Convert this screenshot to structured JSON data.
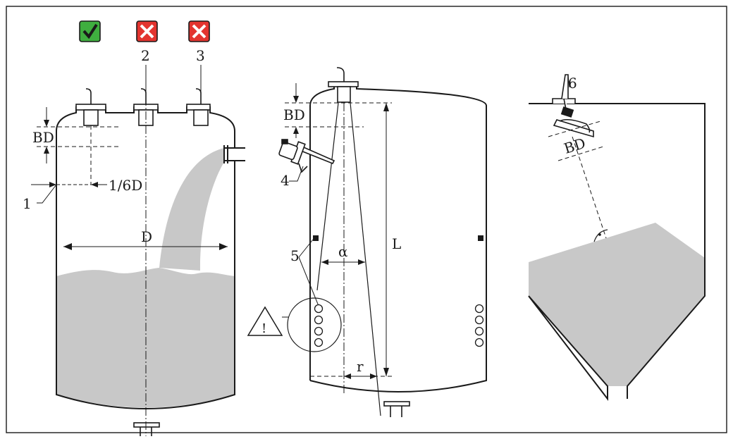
{
  "colors": {
    "ok": "#3fae3f",
    "bad": "#e3342f",
    "fill": "#c8c8c8",
    "line": "#1a1a1a"
  },
  "icons": {
    "ok_icon": "check-mark-icon",
    "bad_icon": "cross-mark-icon",
    "warning_icon": "warning-triangle-icon"
  },
  "tank1": {
    "label_2": "2",
    "label_3": "3",
    "label_bd": "BD",
    "label_1": "1",
    "label_sixth": "1/6D",
    "label_d": "D"
  },
  "tank2": {
    "label_bd": "BD",
    "label_4": "4",
    "label_5": "5",
    "label_alpha": "α",
    "label_l": "L",
    "label_r": "r",
    "warning_mark": "!"
  },
  "silo": {
    "label_6": "6",
    "label_bd": "BD"
  }
}
